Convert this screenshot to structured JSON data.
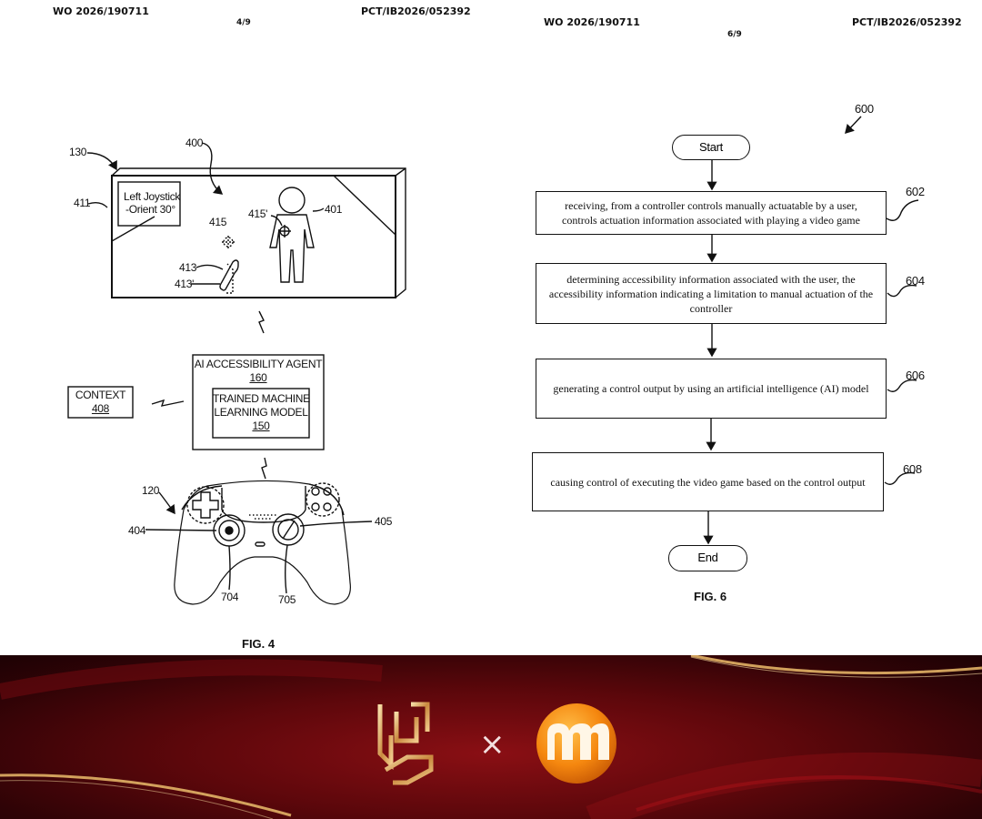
{
  "left_sheet": {
    "pub_number": "WO 2026/190711",
    "app_number": "PCT/IB2026/052392",
    "page": "4/9",
    "figure_label": "FIG. 4",
    "ref": {
      "r130": "130",
      "r400": "400",
      "r411": "411",
      "r401": "401",
      "r415": "415",
      "r415p": "415'",
      "r413": "413",
      "r413p": "413'",
      "r120": "120",
      "r404": "404",
      "r405": "405",
      "r704": "704",
      "r705": "705"
    },
    "hud_line1": "Left Joystick",
    "hud_line2": "-Orient 30°",
    "agent_title": "AI ACCESSIBILITY AGENT",
    "agent_number": "160",
    "model_line1": "TRAINED MACHINE",
    "model_line2": "LEARNING MODEL",
    "model_number": "150",
    "context_label": "CONTEXT",
    "context_number": "408"
  },
  "right_sheet": {
    "pub_number": "WO 2026/190711",
    "app_number": "PCT/IB2026/052392",
    "page": "6/9",
    "figure_label": "FIG. 6",
    "ref_600": "600",
    "start_label": "Start",
    "end_label": "End",
    "steps": [
      {
        "ref": "602",
        "text": "receiving, from a controller controls manually actuatable by a user, controls actuation information associated with playing a video game"
      },
      {
        "ref": "604",
        "text": "determining accessibility information associated with the user, the accessibility information indicating a limitation to manual actuation of the controller"
      },
      {
        "ref": "606",
        "text": "generating a control output by using an artificial intelligence (AI) model"
      },
      {
        "ref": "608",
        "text": "causing control of executing the video game based on the control output"
      }
    ]
  },
  "banner": {
    "separator": "×",
    "colors": {
      "gold": "#e2b266",
      "orange": "#f5870f",
      "deep_red": "#5c070b"
    }
  }
}
